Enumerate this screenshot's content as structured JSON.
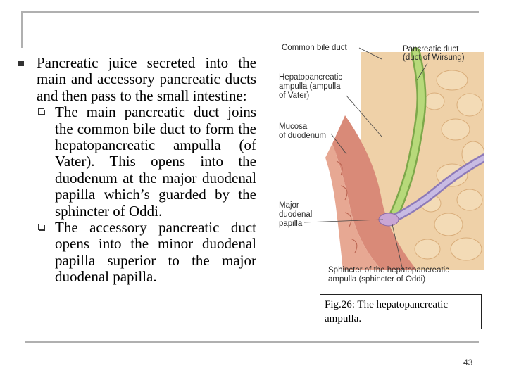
{
  "main_bullet": "Pancreatic juice secreted into the main and accessory pancreatic ducts and then pass to the small intestine:",
  "sub_bullets": [
    "The main pancreatic duct joins the common bile duct to form the hepatopancreatic ampulla (of Vater). This opens into the duodenum at the major duodenal papilla which’s guarded by the sphincter of Oddi.",
    "The accessory pancreatic duct opens into the minor duodenal papilla superior to the major duodenal papilla."
  ],
  "figure": {
    "labels": {
      "common_bile_duct": "Common bile duct",
      "pancreatic_duct_1": "Pancreatic duct",
      "pancreatic_duct_2": "(duct of Wirsung)",
      "hepato_1": "Hepatopancreatic",
      "hepato_2": "ampulla (ampulla",
      "hepato_3": "of Vater)",
      "mucosa_1": "Mucosa",
      "mucosa_2": "of duodenum",
      "major_1": "Major",
      "major_2": "duodenal",
      "major_3": "papilla",
      "sphincter_1": "Sphincter of the hepatopancreatic",
      "sphincter_2": "ampulla (sphincter of Oddi)"
    },
    "caption": "Fig.26: The hepatopancreatic ampulla."
  },
  "page_number": "43",
  "colors": {
    "frame": "#b0b0b0",
    "bile_duct": "#a9cf6a",
    "pancreatic_duct": "#b7a7d6",
    "tissue": "#e9c49a",
    "mucosa": "#d98a78"
  }
}
